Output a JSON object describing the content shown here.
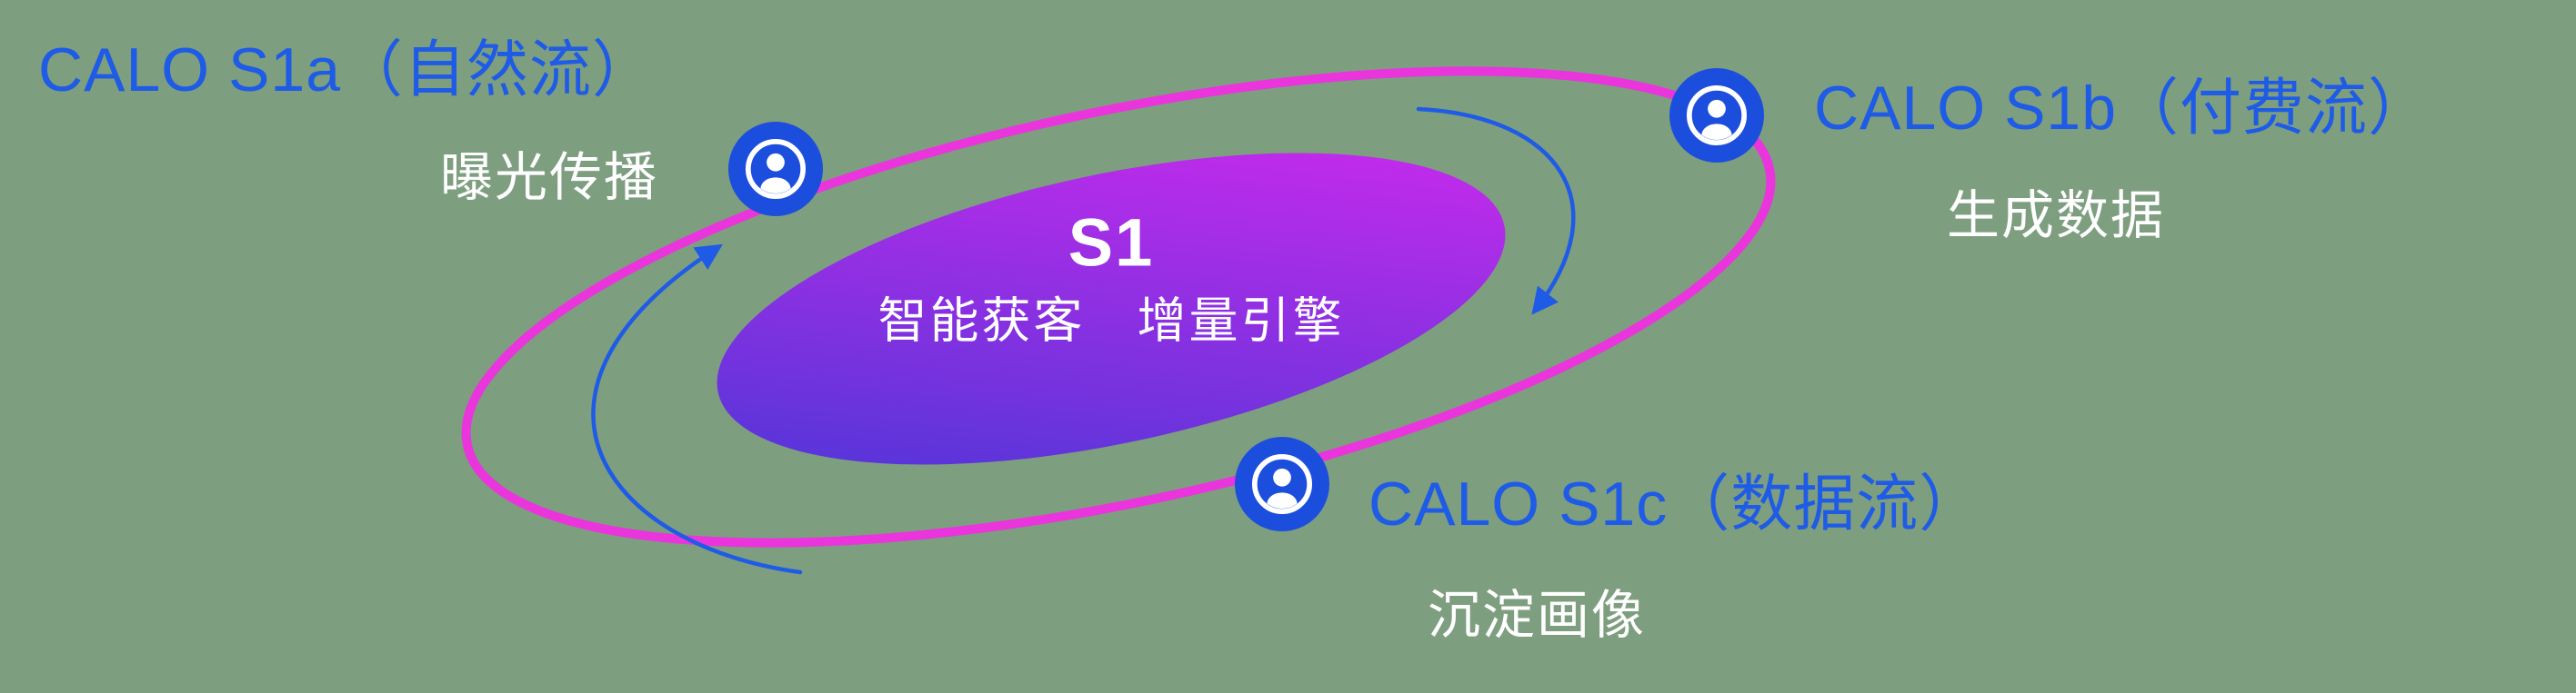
{
  "background": "#7E9E80",
  "colors": {
    "label_blue": "#1E5BE6",
    "text_white": "#FFFFFF",
    "outer_ring": "#EA34DC",
    "inner_gradient_start": "#4637D6",
    "inner_gradient_end": "#D429EE",
    "icon_bg": "#1C4EDD",
    "arrow": "#1E5BE6"
  },
  "center": {
    "title": "S1",
    "subtitle": "智能获客　增量引擎"
  },
  "nodes": {
    "s1a": {
      "label": "CALO S1a（自然流）",
      "sublabel": "曝光传播"
    },
    "s1b": {
      "label": "CALO S1b（付费流）",
      "sublabel": "生成数据"
    },
    "s1c": {
      "label": "CALO S1c（数据流）",
      "sublabel": "沉淀画像"
    }
  }
}
